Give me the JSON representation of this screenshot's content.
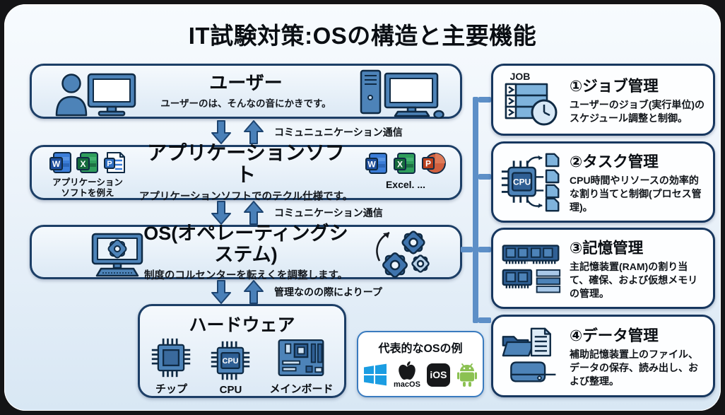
{
  "page": {
    "title": "IT試験対策:OSの構造と主要機能"
  },
  "layers": {
    "user": {
      "title": "ユーザー",
      "subtitle": "ユーザーのは、そんなの音にかきです。"
    },
    "app": {
      "title": "アプリケーションソフト",
      "subtitle": "アプリケーションソフトでのテクル仕様です。",
      "left_caption_line1": "アプリケーション",
      "left_caption_line2": "ソフトを例え",
      "right_caption": "Excel. ..."
    },
    "os": {
      "title": "OS(オペレーティングシステム)",
      "subtitle": "制度のコルセンターを転えくを調整します。"
    },
    "hardware": {
      "title": "ハードウェア",
      "items": [
        {
          "label": "チップ"
        },
        {
          "label": "CPU"
        },
        {
          "label": "メインボード"
        }
      ]
    }
  },
  "connectors": [
    {
      "label": "コミュニュニケーション通信"
    },
    {
      "label": "コミュニケーション通信"
    },
    {
      "label": "管理なのの際によりープ"
    }
  ],
  "functions": [
    {
      "title": "①ジョブ管理",
      "desc": "ユーザーのジョブ(実行単位)のスケジュール調整と制御。",
      "icon": "job-list-clock-icon"
    },
    {
      "title": "②タスク管理",
      "desc": "CPU時間やリソースの効率的な割り当てと制御(プロセス管理)。",
      "icon": "cpu-task-icon"
    },
    {
      "title": "③記憶管理",
      "desc": "主記憶装置(RAM)の割り当て、確保、および仮想メモリの管理。",
      "icon": "ram-memory-icon"
    },
    {
      "title": "④データ管理",
      "desc": "補助記憶装置上のファイル、データの保存、読み出し、および整理。",
      "icon": "folder-file-drive-icon"
    }
  ],
  "os_examples": {
    "title": "代表的なOSの例",
    "macos_label": "macOS",
    "ios_label": "iOS",
    "items": [
      "windows-logo-icon",
      "apple-logo-icon",
      "ios-badge-icon",
      "android-robot-icon"
    ]
  },
  "icon_text": {
    "job": "JOB",
    "cpu": "CPU",
    "word_letter": "W",
    "excel_letter": "X",
    "ppt_letter": "P"
  },
  "colors": {
    "box_border": "#1c3e66",
    "icon_blue": "#4d83b8",
    "icon_dark": "#0f2a44",
    "icon_light": "#cfe2f3",
    "connector": "#5d8fc7",
    "windows_blue": "#1b9de2",
    "android_green": "#8bc152",
    "word_blue": "#2b5797",
    "excel_green": "#1d7044",
    "ppt_orange": "#d1603f"
  }
}
